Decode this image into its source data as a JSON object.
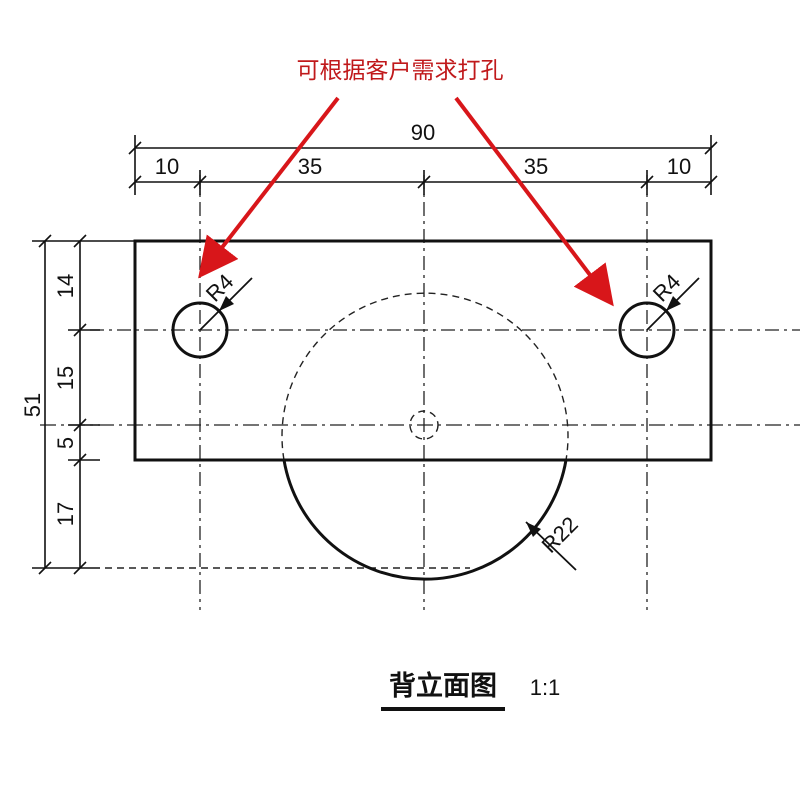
{
  "annotation": {
    "text": "可根据客户需求打孔",
    "color": "#c0191b"
  },
  "dimensions": {
    "overall_width": "90",
    "left_margin": "10",
    "left_span": "35",
    "right_span": "35",
    "right_margin": "10",
    "total_height": "51",
    "upper_to_holes": "14",
    "holes_to_center": "15",
    "center_to_bottom_edge": "5",
    "edge_to_arc_bottom": "17"
  },
  "radii": {
    "left_hole": "R4",
    "right_hole": "R4",
    "large_arc": "R22"
  },
  "title": {
    "text": "背立面图",
    "scale": "1:1"
  }
}
